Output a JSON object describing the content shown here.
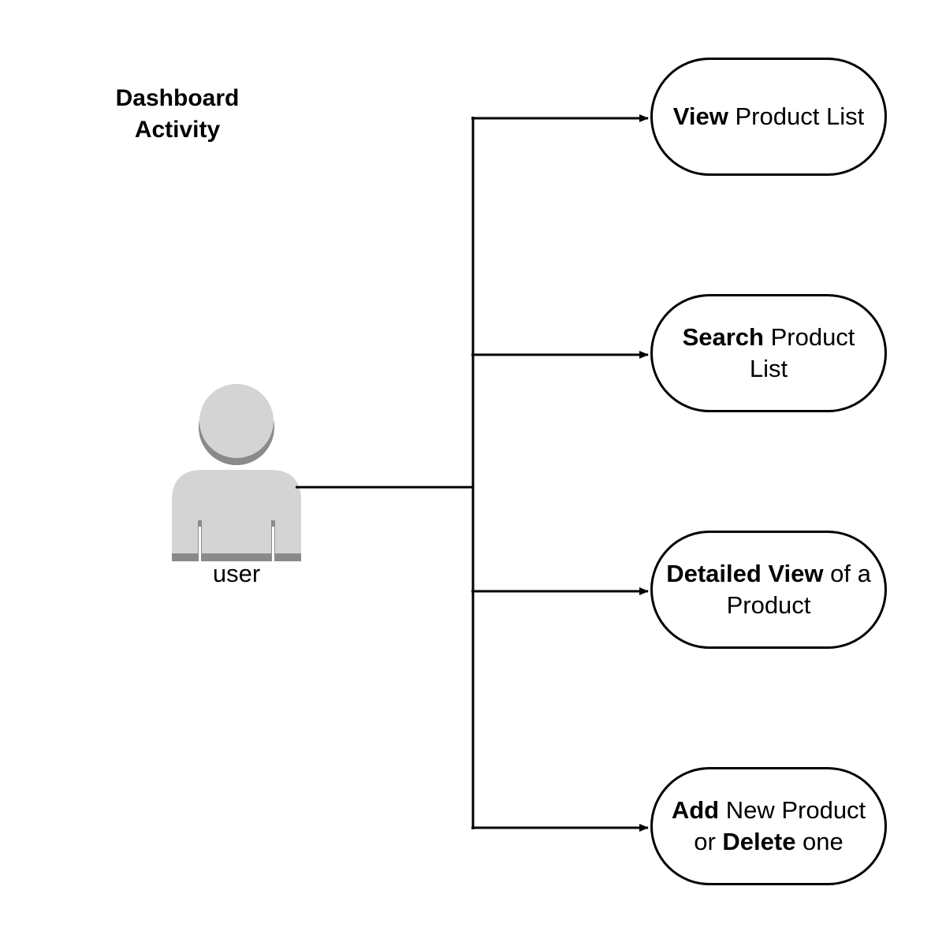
{
  "title": {
    "line1": "Dashboard",
    "line2": "Activity"
  },
  "actor": {
    "label": "user",
    "icon": "user-icon"
  },
  "colors": {
    "stroke": "#000000",
    "actor_light": "#d4d4d4",
    "actor_dark": "#8a8a8a"
  },
  "nodes": [
    {
      "id": "view-product-list",
      "parts": [
        {
          "text": "View",
          "bold": true
        },
        {
          "text": " Product List",
          "bold": false
        }
      ]
    },
    {
      "id": "search-product-list",
      "parts": [
        {
          "text": "Search",
          "bold": true
        },
        {
          "text": " Product List",
          "bold": false
        }
      ]
    },
    {
      "id": "detailed-view-product",
      "parts": [
        {
          "text": "Detailed View",
          "bold": true
        },
        {
          "text": " of a Product",
          "bold": false
        }
      ]
    },
    {
      "id": "add-delete-product",
      "parts": [
        {
          "text": "Add",
          "bold": true
        },
        {
          "text": " New Product or ",
          "bold": false
        },
        {
          "text": "Delete",
          "bold": true
        },
        {
          "text": " one",
          "bold": false
        }
      ]
    }
  ],
  "edges": [
    {
      "from": "user",
      "to": "view-product-list"
    },
    {
      "from": "user",
      "to": "search-product-list"
    },
    {
      "from": "user",
      "to": "detailed-view-product"
    },
    {
      "from": "user",
      "to": "add-delete-product"
    }
  ]
}
